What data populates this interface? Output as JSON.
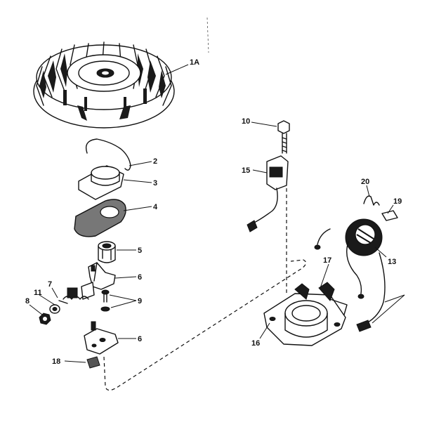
{
  "callouts": [
    {
      "id": "1A",
      "text": "1A"
    },
    {
      "id": "2",
      "text": "2"
    },
    {
      "id": "3",
      "text": "3"
    },
    {
      "id": "4",
      "text": "4"
    },
    {
      "id": "5",
      "text": "5"
    },
    {
      "id": "6a",
      "text": "6"
    },
    {
      "id": "6b",
      "text": "6"
    },
    {
      "id": "7",
      "text": "7"
    },
    {
      "id": "8",
      "text": "8"
    },
    {
      "id": "9",
      "text": "9"
    },
    {
      "id": "10",
      "text": "10"
    },
    {
      "id": "11",
      "text": "11"
    },
    {
      "id": "13",
      "text": "13"
    },
    {
      "id": "15",
      "text": "15"
    },
    {
      "id": "16",
      "text": "16"
    },
    {
      "id": "17",
      "text": "17"
    },
    {
      "id": "18",
      "text": "18"
    },
    {
      "id": "19",
      "text": "19"
    },
    {
      "id": "20",
      "text": "20"
    }
  ]
}
